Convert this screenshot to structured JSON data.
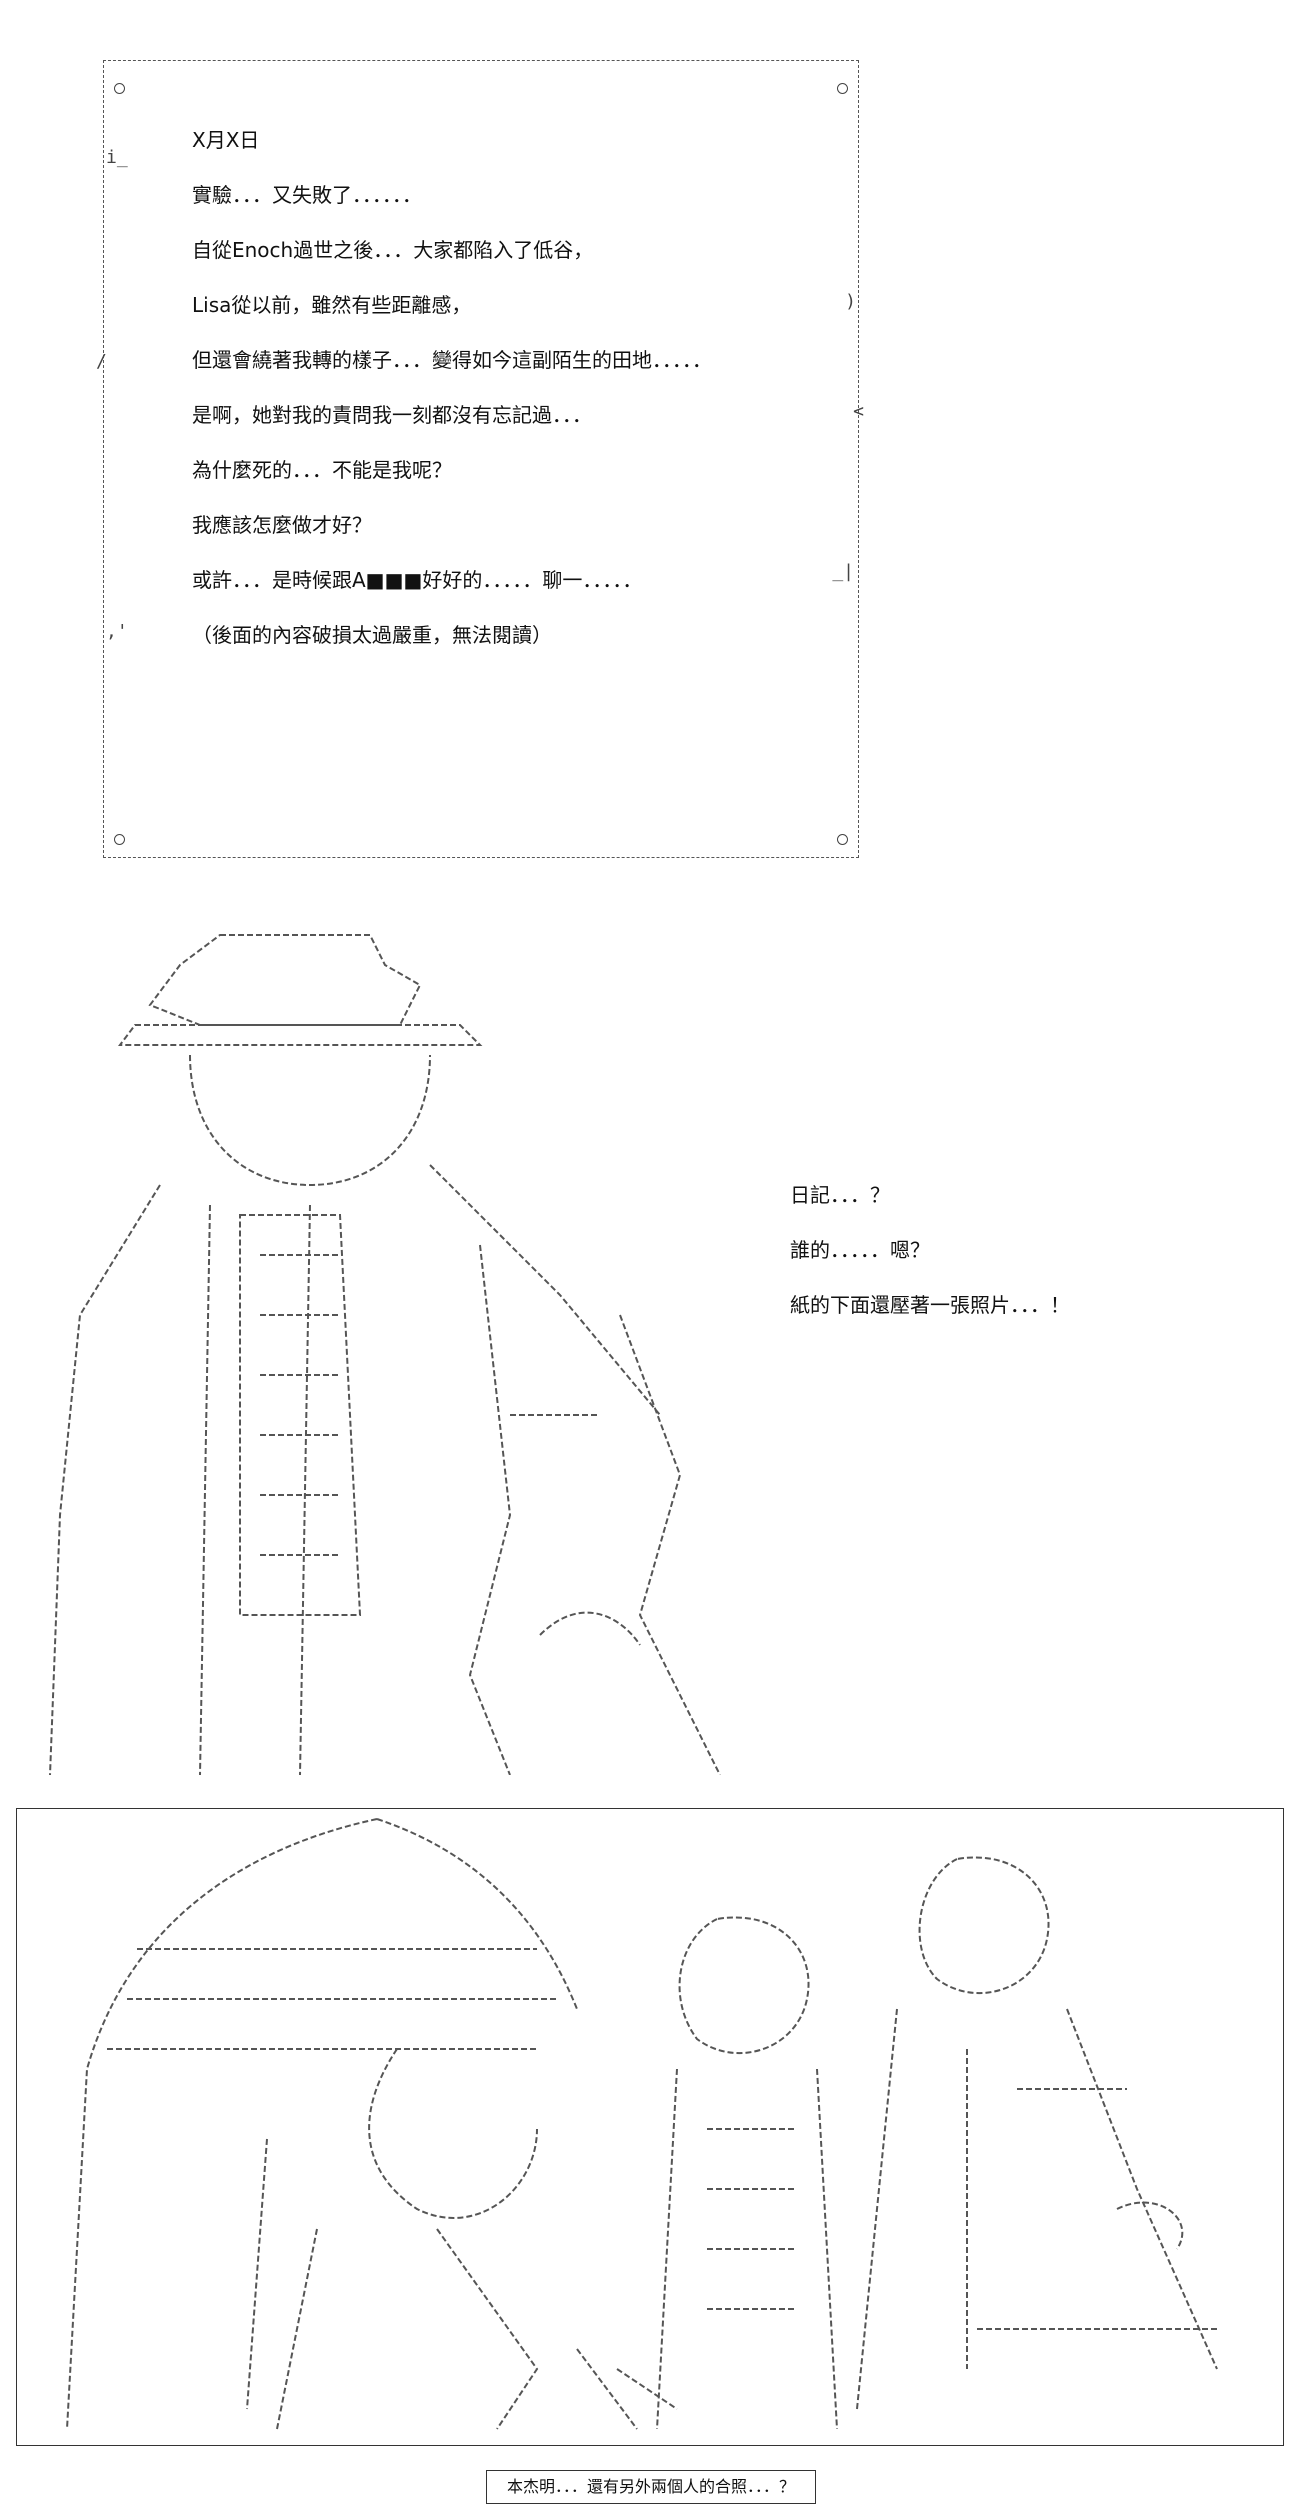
{
  "diary": {
    "lines": [
      "X月X日",
      "實驗．．．又失敗了．．．．．．",
      "自從Enoch過世之後．．．大家都陷入了低谷，",
      "Lisa從以前，雖然有些距離感，",
      "但還會繞著我轉的樣子．．．變得如今這副陌生的田地．．．．．",
      "是啊，她對我的責問我一刻都沒有忘記過．．．",
      "為什麼死的．．．不能是我呢？",
      "我應該怎麼做才好？",
      "或許．．．是時候跟A■■■好好的．．．．．聊一．．．．．",
      "（後面的內容破損太過嚴重，無法閱讀）"
    ]
  },
  "reaction": {
    "lines": [
      "日記．．．？",
      "誰的．．．．．嗯？",
      "紙的下面還壓著一張照片．．．！"
    ]
  },
  "photo_caption": "本杰明．．．還有另外兩個人的合照．．．？",
  "colors": {
    "ink": "#111111",
    "ascii_art": "#555555",
    "border": "#333333"
  }
}
